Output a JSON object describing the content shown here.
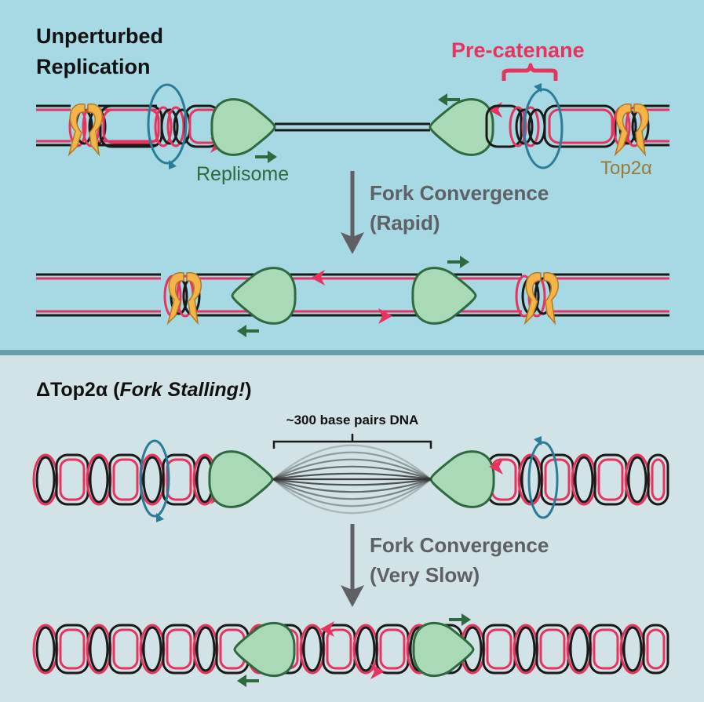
{
  "colors": {
    "top_bg": "#a6d9e3",
    "bottom_bg": "#d1e3e6",
    "divider": "#669fab",
    "strand_black": "#1a1a1a",
    "strand_red": "#e8335f",
    "replisome_fill": "#a9d9b6",
    "replisome_stroke": "#2e6a3e",
    "green_arrow": "#2e6a3e",
    "top2_fill": "#f4b44a",
    "top2_stroke": "#b07a20",
    "top2_label": "#9a7a3a",
    "swivel_blue": "#2a7d99",
    "convergence_gray": "#5f6065",
    "bracket_black": "#1a1a1a"
  },
  "top_panel": {
    "title_line1": "Unperturbed",
    "title_line2": "Replication",
    "precatenane_label": "Pre-catenane",
    "replisome_label": "Replisome",
    "top2_label": "Top2α",
    "convergence_line1": "Fork Convergence",
    "convergence_line2": "(Rapid)"
  },
  "bottom_panel": {
    "title_prefix": "ΔTop2α (",
    "title_italic": "Fork Stalling!",
    "title_suffix": ")",
    "bracket_label": "~300 base pairs DNA",
    "convergence_line1": "Fork Convergence",
    "convergence_line2": "(Very Slow)"
  },
  "icons": {
    "replisome": "replisome-shape",
    "top2": "top2-enzyme-shape",
    "swivel": "rotation-arrow",
    "direction": "direction-arrow"
  }
}
